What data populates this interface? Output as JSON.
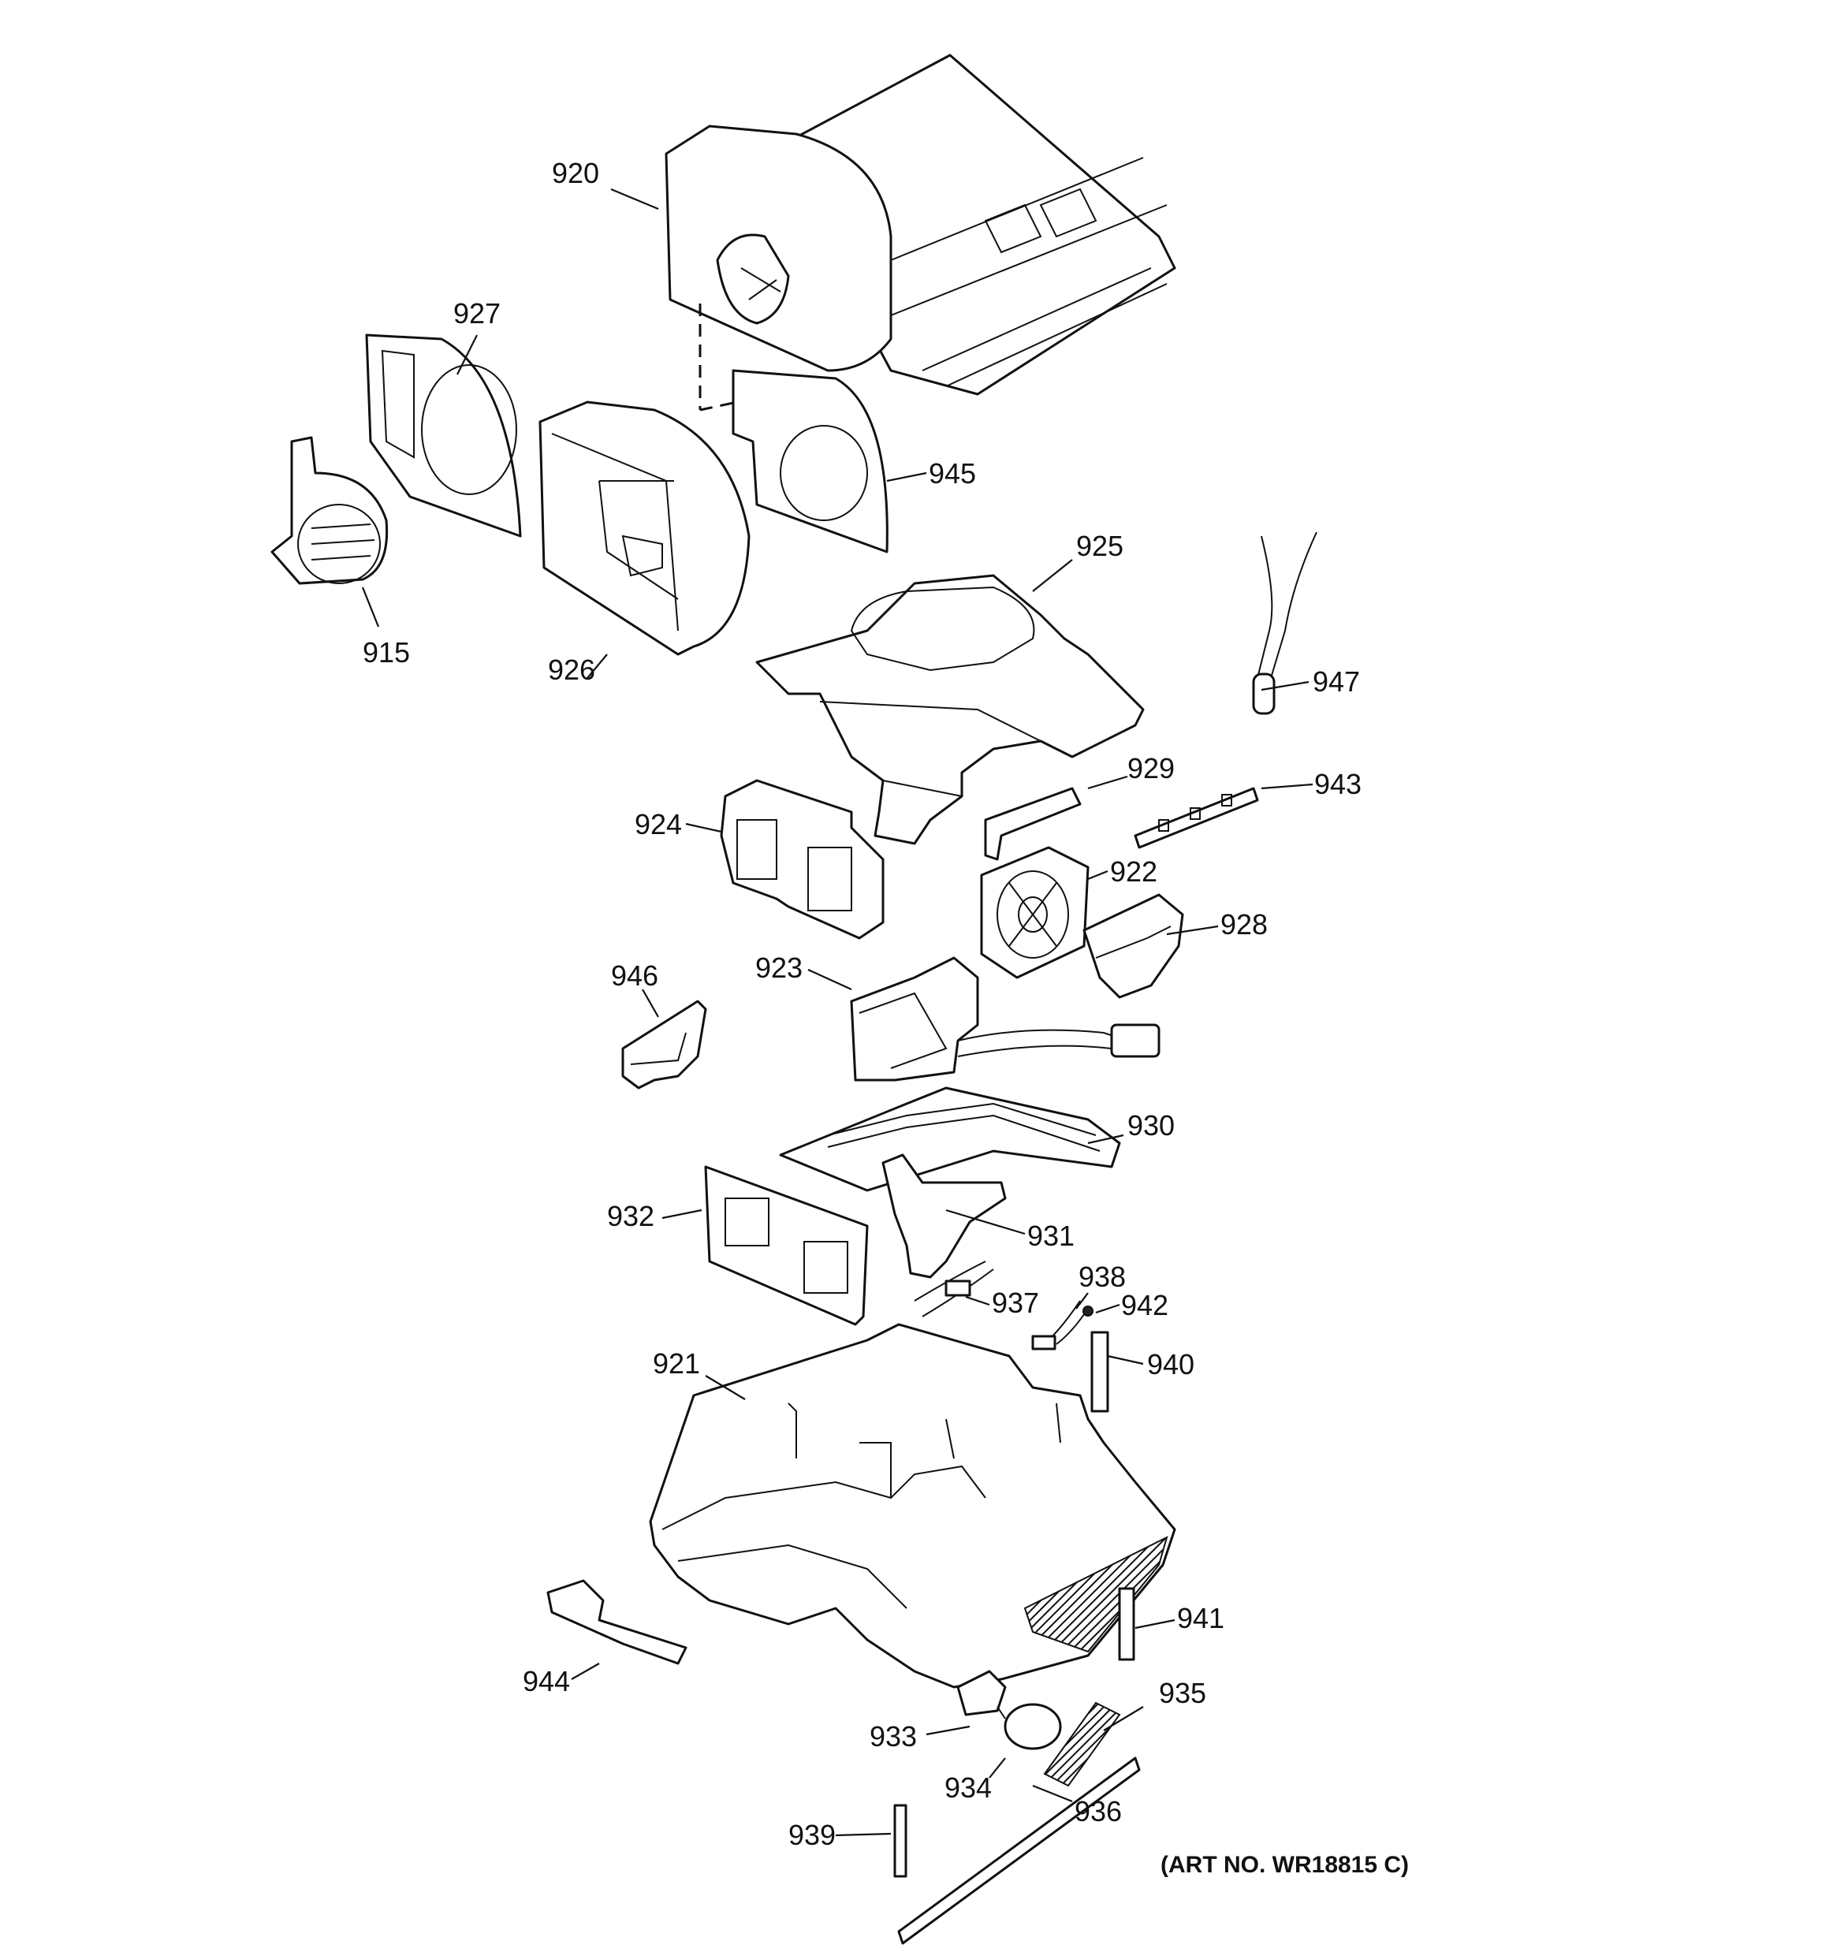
{
  "diagram": {
    "art_number": "(ART NO. WR18815 C)",
    "parts": {
      "p915": "915",
      "p920": "920",
      "p921": "921",
      "p922": "922",
      "p923": "923",
      "p924": "924",
      "p925": "925",
      "p926": "926",
      "p927": "927",
      "p928": "928",
      "p929": "929",
      "p930": "930",
      "p931": "931",
      "p932": "932",
      "p933": "933",
      "p934": "934",
      "p935": "935",
      "p936": "936",
      "p937": "937",
      "p938": "938",
      "p939": "939",
      "p940": "940",
      "p941": "941",
      "p942": "942",
      "p943": "943",
      "p944": "944",
      "p945": "945",
      "p946": "946",
      "p947": "947"
    }
  }
}
